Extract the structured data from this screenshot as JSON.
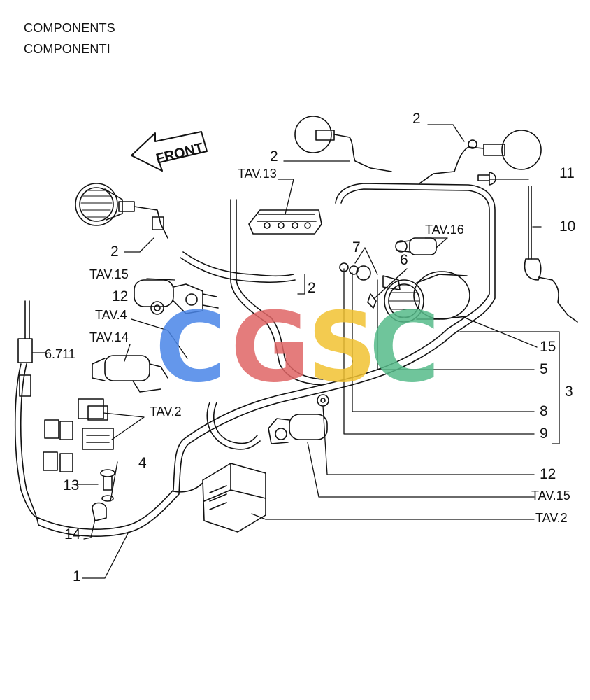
{
  "header": {
    "title_en": "COMPONENTS",
    "title_it": "COMPONENTI"
  },
  "front_arrow": {
    "label": "FRONT"
  },
  "watermark": {
    "letters": [
      "C",
      "G",
      "S",
      "C"
    ],
    "colors": [
      "#4a86e8",
      "#e06666",
      "#f1c232",
      "#57bb8a"
    ]
  },
  "callouts": {
    "c1": "1",
    "c2_top": "2",
    "c2_mid": "2",
    "c2_left": "2",
    "c2_center": "2",
    "c3": "3",
    "c4": "4",
    "c5": "5",
    "c6": "6",
    "c7": "7",
    "c8": "8",
    "c9": "9",
    "c10": "10",
    "c11": "11",
    "c12_left": "12",
    "c12_right": "12",
    "c13": "13",
    "c14": "14",
    "c15": "15",
    "c6711": "6.711",
    "tav13": "TAV.13",
    "tav16": "TAV.16",
    "tav15_left": "TAV.15",
    "tav4": "TAV.4",
    "tav14": "TAV.14",
    "tav2_left": "TAV.2",
    "tav15_right": "TAV.15",
    "tav2_right": "TAV.2"
  }
}
